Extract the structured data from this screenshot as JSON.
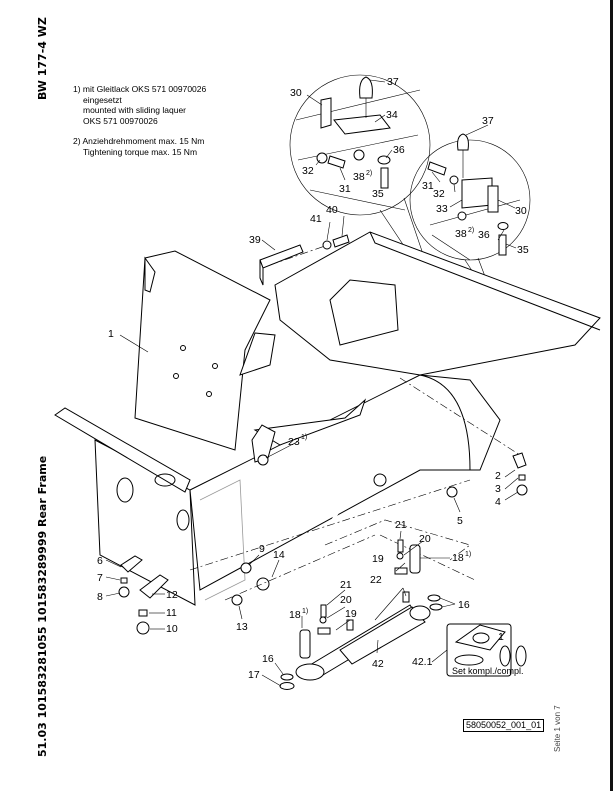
{
  "header": {
    "model": "BW 177-4 WZ",
    "footer_title": "51.03 101583281055 101583289999 Rear Frame",
    "page_indicator": "Seite 1 von 7",
    "drawing_number": "58050052_001_01"
  },
  "notes": {
    "note1_line1": "1) mit Gleitlack OKS 571 00970026",
    "note1_line2": "eingesetzt",
    "note1_line3": "mounted with sliding laquer",
    "note1_line4": "OKS 571 00970026",
    "note2_line1": "2)  Anziehdrehmoment max. 15 Nm",
    "note2_line2": "Tightening torque max. 15 Nm"
  },
  "set_box": {
    "label": "Set kompl./compl.",
    "number": "1",
    "callout": "42.1"
  },
  "callouts": {
    "c1": "1",
    "c2": "2",
    "c3": "3",
    "c4": "4",
    "c5": "5",
    "c6": "6",
    "c7": "7",
    "c8": "8",
    "c9": "9",
    "c10": "10",
    "c11": "11",
    "c12": "12",
    "c13": "13",
    "c14": "14",
    "c16a": "16",
    "c16b": "16",
    "c17": "17",
    "c18a": "18",
    "c18b": "18",
    "c19a": "19",
    "c19b": "19",
    "c20a": "20",
    "c20b": "20",
    "c21a": "21",
    "c21b": "21",
    "c22": "22",
    "c23": "23",
    "c30a": "30",
    "c30b": "30",
    "c31a": "31",
    "c31b": "31",
    "c32a": "32",
    "c32b": "32",
    "c33": "33",
    "c34": "34",
    "c35a": "35",
    "c35b": "35",
    "c36a": "36",
    "c36b": "36",
    "c37a": "37",
    "c37b": "37",
    "c38a": "38",
    "c38b": "38",
    "c39": "39",
    "c40": "40",
    "c41": "41",
    "c42": "42",
    "sup1": "1)",
    "sup2": "2)"
  }
}
